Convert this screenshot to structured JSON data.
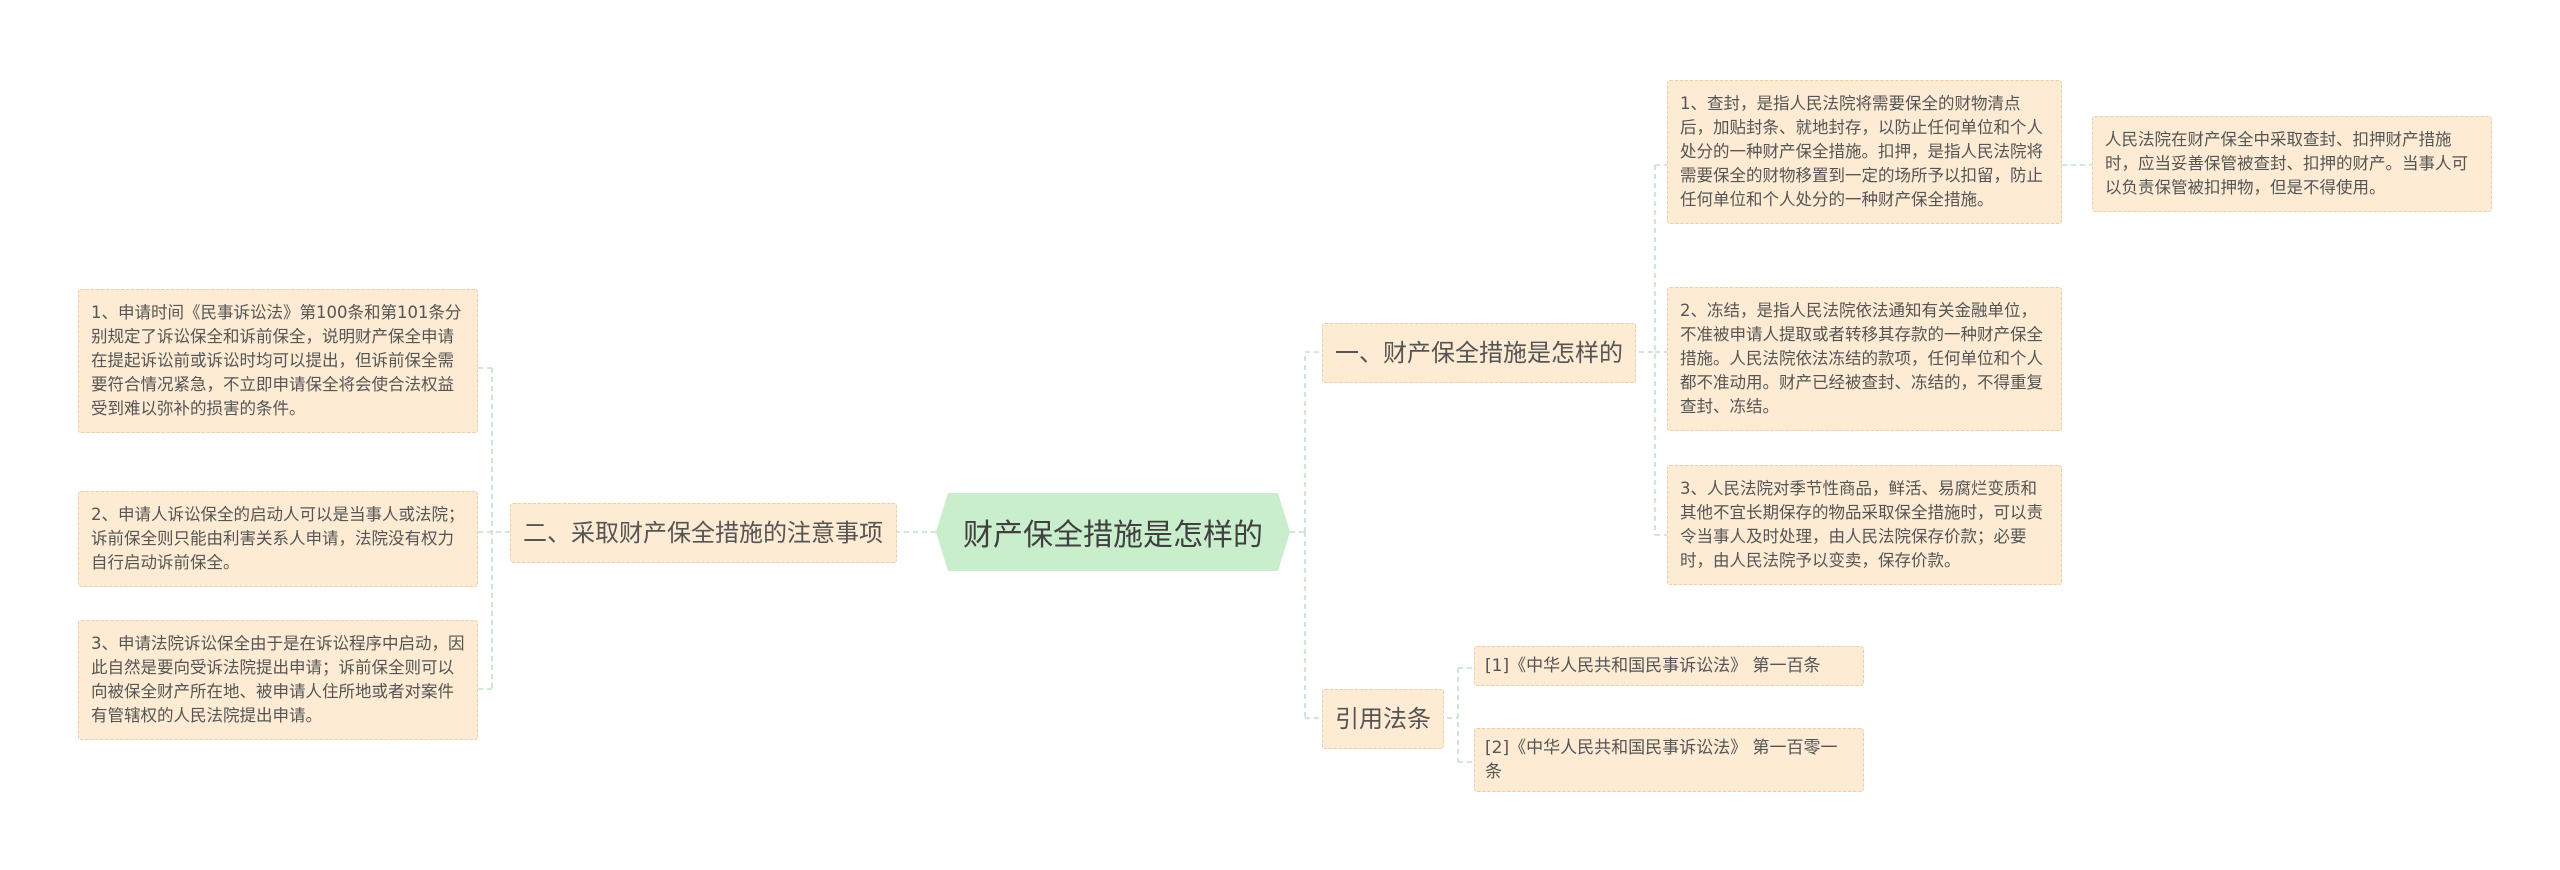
{
  "root": {
    "label": "财产保全措施是怎样的"
  },
  "right": {
    "branch1": {
      "label": "一、财产保全措施是怎样的",
      "items": [
        "1、查封，是指人民法院将需要保全的财物清点后，加贴封条、就地封存，以防止任何单位和个人处分的一种财产保全措施。扣押，是指人民法院将需要保全的财物移置到一定的场所予以扣留，防止任何单位和个人处分的一种财产保全措施。",
        "2、冻结，是指人民法院依法通知有关金融单位，不准被申请人提取或者转移其存款的一种财产保全措施。人民法院依法冻结的款项，任何单位和个人都不准动用。财产已经被查封、冻结的，不得重复查封、冻结。",
        "3、人民法院对季节性商品，鲜活、易腐烂变质和其他不宜长期保存的物品采取保全措施时，可以责令当事人及时处理，由人民法院保存价款；必要时，由人民法院予以变卖，保存价款。"
      ],
      "sub_item": "人民法院在财产保全中采取查封、扣押财产措施时，应当妥善保管被查封、扣押的财产。当事人可以负责保管被扣押物，但是不得使用。"
    },
    "branch2": {
      "label": "引用法条",
      "items": [
        "[1]《中华人民共和国民事诉讼法》 第一百条",
        "[2]《中华人民共和国民事诉讼法》 第一百零一条"
      ]
    }
  },
  "left": {
    "branch1": {
      "label": "二、采取财产保全措施的注意事项",
      "items": [
        "1、申请时间《民事诉讼法》第100条和第101条分别规定了诉讼保全和诉前保全，说明财产保全申请在提起诉讼前或诉讼时均可以提出，但诉前保全需要符合情况紧急，不立即申请保全将会使合法权益受到难以弥补的损害的条件。",
        "2、申请人诉讼保全的启动人可以是当事人或法院；诉前保全则只能由利害关系人申请，法院没有权力自行启动诉前保全。",
        "3、申请法院诉讼保全由于是在诉讼程序中启动，因此自然是要向受诉法院提出申请；诉前保全则可以向被保全财产所在地、被申请人住所地或者对案件有管辖权的人民法院提出申请。"
      ]
    }
  },
  "colors": {
    "root_fill": "#c9eecb",
    "node_fill": "#fdebd3",
    "node_border": "#e9cfa8",
    "connector": "#bfe3c4",
    "text": "#555555"
  }
}
